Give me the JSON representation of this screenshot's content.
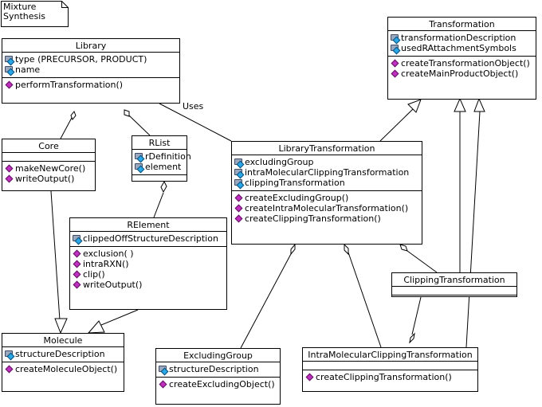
{
  "note": {
    "line1": "Mixture",
    "line2": "Synthesis"
  },
  "association_label": "Uses",
  "classes": {
    "library": {
      "name": "Library",
      "attributes": [
        "type (PRECURSOR, PRODUCT)",
        "name"
      ],
      "operations": [
        "performTransformation()"
      ]
    },
    "transformation": {
      "name": "Transformation",
      "attributes": [
        "transformationDescription",
        "usedRAttachmentSymbols"
      ],
      "operations": [
        "createTransformationObject()",
        "createMainProductObject()"
      ]
    },
    "core": {
      "name": "Core",
      "attributes": [],
      "operations": [
        "makeNewCore()",
        "writeOutput()"
      ]
    },
    "rlist": {
      "name": "RList",
      "attributes": [
        "rDefinition",
        "element"
      ],
      "operations": []
    },
    "library_transformation": {
      "name": "LibraryTransformation",
      "attributes": [
        "excludingGroup",
        "intraMolecularClippingTransformation",
        "clippingTransformation"
      ],
      "operations": [
        "createExcludingGroup()",
        "createIntraMolecularTransformation()",
        "createClippingTransformation()"
      ]
    },
    "relement": {
      "name": "RElement",
      "attributes": [
        "clippedOffStructureDescription"
      ],
      "operations": [
        "exclusion( )",
        "intraRXN()",
        "clip()",
        "writeOutput()"
      ]
    },
    "clipping_transformation": {
      "name": "ClippingTransformation",
      "attributes": [],
      "operations": []
    },
    "molecule": {
      "name": "Molecule",
      "attributes": [
        "structureDescription"
      ],
      "operations": [
        "createMoleculeObject()"
      ]
    },
    "excluding_group": {
      "name": "ExcludingGroup",
      "attributes": [
        "structureDescription"
      ],
      "operations": [
        "createExcludingObject()"
      ]
    },
    "intra_molecular_clipping_transformation": {
      "name": "IntraMolecularClippingTransformation",
      "attributes": [],
      "operations": [
        "createClippingTransformation()"
      ]
    }
  }
}
